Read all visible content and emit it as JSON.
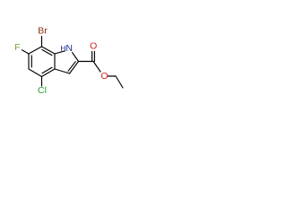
{
  "molecule": {
    "atoms": {
      "bromine": "Br",
      "fluorine": "F",
      "chlorine": "Cl",
      "nitrogen": "N",
      "nitrogen_h": "H",
      "carbonyl_oxygen": "O",
      "ester_oxygen": "O"
    }
  },
  "colors": {
    "bond": "#000000",
    "bromine": "#8b2a0e",
    "fluorine": "#6fa33a",
    "chlorine": "#2c9b2c",
    "nitrogen": "#1f2f8f",
    "oxygen": "#d1261f"
  }
}
